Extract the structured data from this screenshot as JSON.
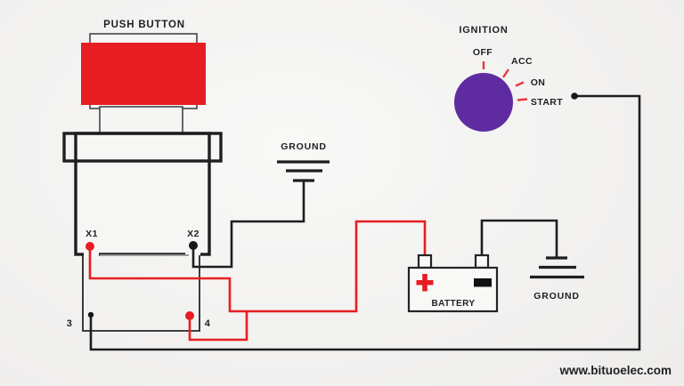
{
  "colors": {
    "red": "#e71d23",
    "black": "#1e1e1e",
    "purple": "#5f2ba0",
    "gray": "#9b9b9b",
    "text": "#1f1f1f"
  },
  "push_button": {
    "label": "PUSH BUTTON",
    "terminal_x1": "X1",
    "terminal_x2": "X2",
    "terminal_3": "3",
    "terminal_4": "4"
  },
  "ignition": {
    "label": "IGNITION",
    "positions": [
      "OFF",
      "ACC",
      "ON",
      "START"
    ]
  },
  "battery": {
    "label": "BATTERY"
  },
  "ground_center": {
    "label": "GROUND"
  },
  "ground_right": {
    "label": "GROUND"
  },
  "watermark": "www.bituoelec.com"
}
